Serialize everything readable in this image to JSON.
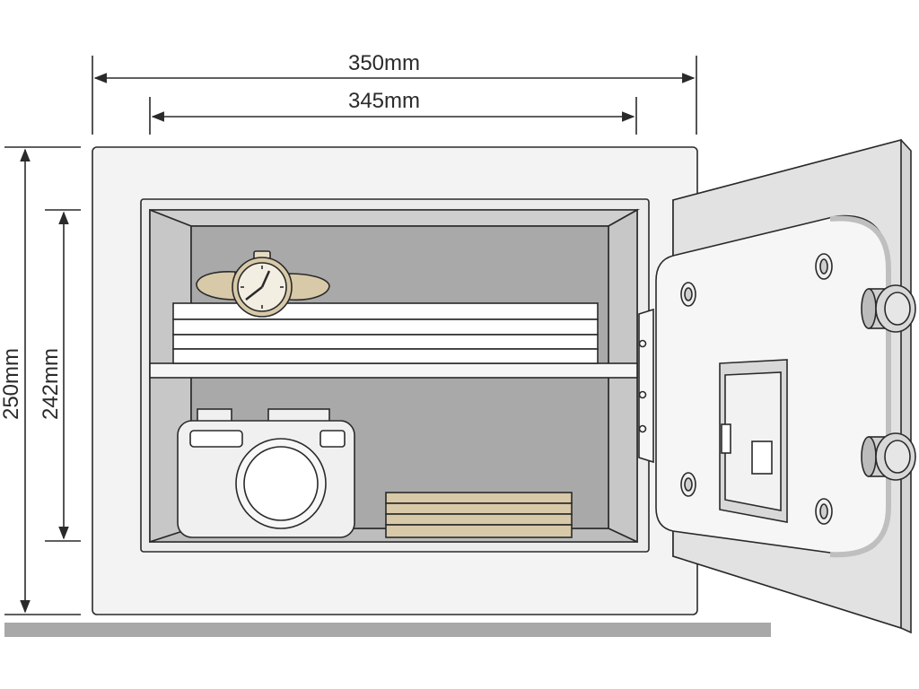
{
  "dimensions": {
    "outer_width": "350mm",
    "inner_width": "345mm",
    "outer_height": "250mm",
    "inner_height": "242mm"
  },
  "colors": {
    "outline": "#2a2a2a",
    "safe_body": "#f3f3f3",
    "interior": "#a9a9a9",
    "interior_side": "#c7c7c7",
    "door_panel": "#e2e2e2",
    "accent_tan": "#d8c9a8",
    "floor": "#a8a8a8"
  },
  "contents": {
    "upper_shelf": [
      "wristwatch",
      "stack-of-papers"
    ],
    "lower_compartment": [
      "camera",
      "stack-of-banknotes"
    ]
  }
}
